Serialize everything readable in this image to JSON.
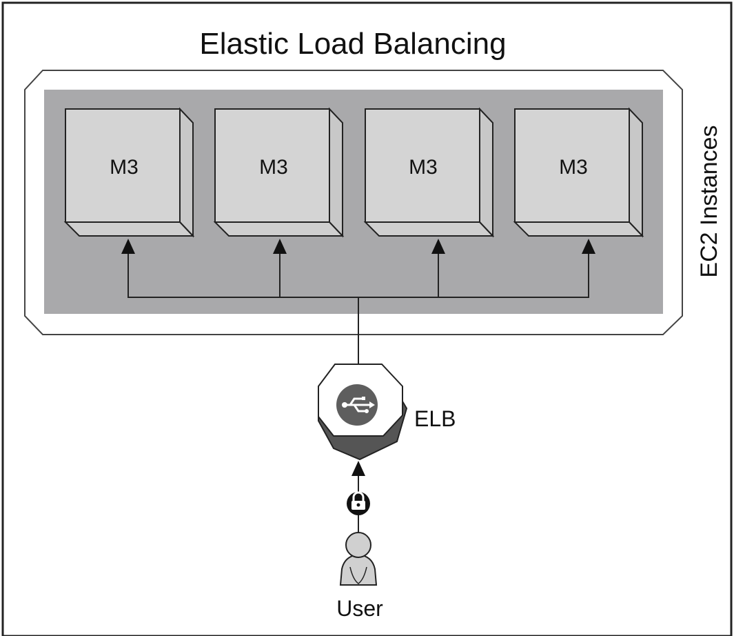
{
  "diagram": {
    "title": "Elastic Load Balancing",
    "group_label": "EC2 Instances",
    "instances": [
      {
        "label": "M3"
      },
      {
        "label": "M3"
      },
      {
        "label": "M3"
      },
      {
        "label": "M3"
      }
    ],
    "load_balancer": {
      "label": "ELB",
      "icon": "usb-icon"
    },
    "connection_icon": "lock-icon",
    "user": {
      "label": "User",
      "icon": "user-icon"
    }
  },
  "colors": {
    "group_fill": "#a9a9ab",
    "instance_face": "#d4d4d4",
    "instance_side": "#c8c8c8",
    "elb_dark": "#555555",
    "elb_icon_bg": "#5e5e5e",
    "stroke": "#222222"
  }
}
